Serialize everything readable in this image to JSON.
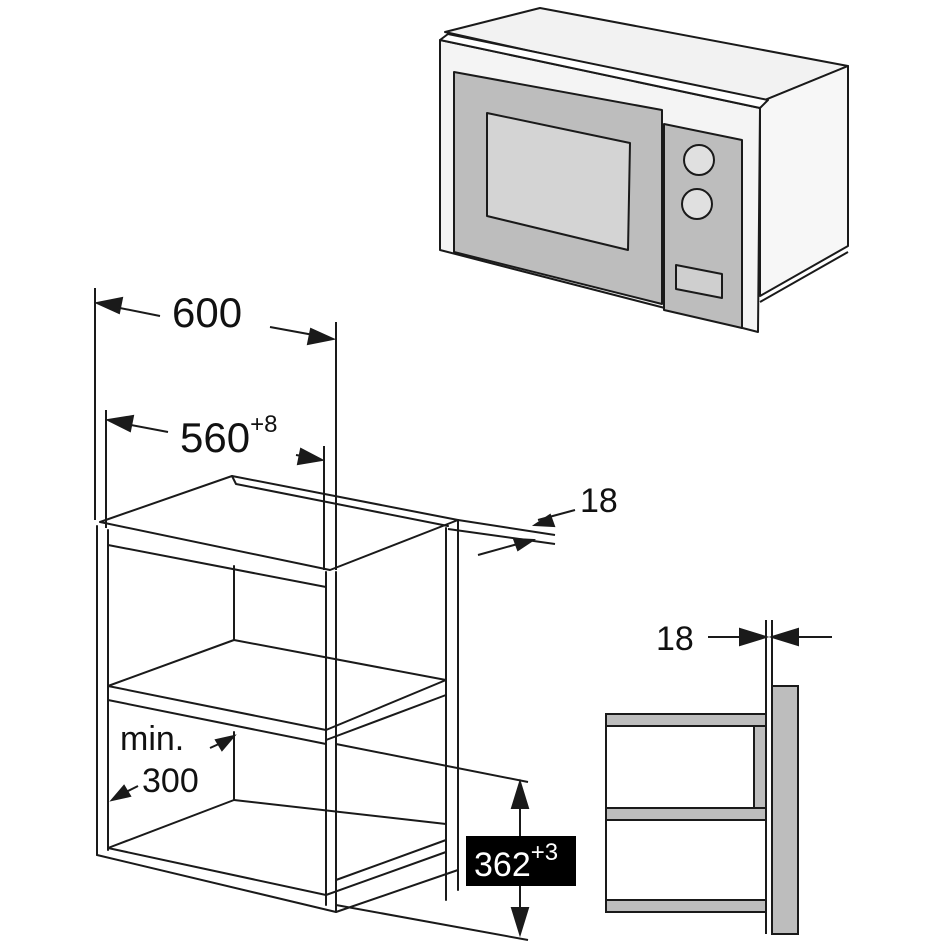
{
  "dimensions": {
    "total_width": "600",
    "niche_width": "560",
    "niche_width_tol": "+8",
    "front_thickness": "18",
    "side_thickness": "18",
    "min_label": "min.",
    "min_depth": "300",
    "niche_height": "362",
    "niche_height_tol": "+3"
  },
  "colors": {
    "line": "#1a1a1a",
    "panel_grey": "#bdbdbd",
    "window_grey": "#d4d4d4",
    "box_light": "#f2f2f2",
    "label_bg": "#000000",
    "label_text": "#ffffff"
  }
}
